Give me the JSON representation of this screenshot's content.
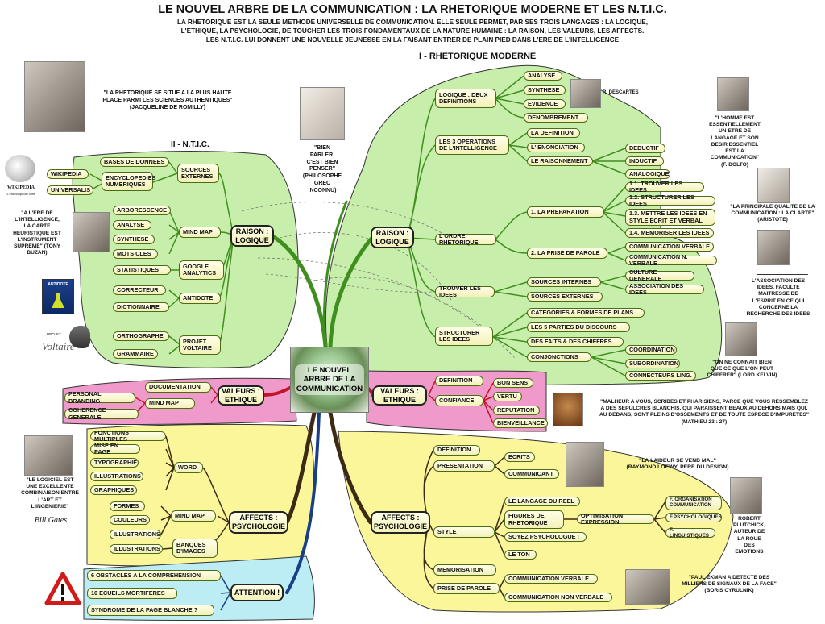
{
  "header": {
    "title": "LE NOUVEL ARBRE DE LA COMMUNICATION : LA RHETORIQUE MODERNE ET LES N.T.I.C.",
    "lines": [
      "LA RHETORIQUE EST LA SEULE METHODE UNIVERSELLE DE COMMUNICATION. ELLE SEULE PERMET, PAR SES TROIS LANGAGES : LA LOGIQUE,",
      "L'ETHIQUE, LA PSYCHOLOGIE, DE TOUCHER LES TROIS FONDAMENTAUX DE LA NATURE HUMAINE : LA RAISON, LES VALEURS, LES AFFECTS.",
      "LES N.T.I.C. LUI DONNENT UNE NOUVELLE JEUNESSE EN LA FAISANT ENTRER DE PLAIN PIED DANS L'ERE DE L'INTELLIGENCE"
    ]
  },
  "sections": {
    "rhetorique": "I - RHETORIQUE MODERNE",
    "ntic": "II - N.T.I.C."
  },
  "center": "LE NOUVEL\nARBRE DE LA\nCOMMUNICATION",
  "hubs": {
    "raison_left": "RAISON :\nLOGIQUE",
    "raison_right": "RAISON :\nLOGIQUE",
    "valeurs_left": "VALEURS :\nETHIQUE",
    "valeurs_right": "VALEURS :\nETHIQUE",
    "affects_left": "AFFECTS :\nPSYCHOLOGIE",
    "affects_right": "AFFECTS :\nPSYCHOLOGIE",
    "attention": "ATTENTION !"
  },
  "nodes": {
    "logique_deux": "LOGIQUE : DEUX\nDEFINITIONS",
    "analyse": "ANALYSE",
    "synthese": "SYNTHESE",
    "evidence": "EVIDENCE",
    "denombrement": "DENOMBREMENT",
    "trois_ops": "LES 3 OPERATIONS\nDE L'INTELLIGENCE",
    "definition": "LA DEFINITION",
    "enonciation": "L' ENONCIATION",
    "raisonnement": "LE RAISONNEMENT",
    "deductif": "DEDUCTIF",
    "inductif": "INDUCTIF",
    "analogique": "ANALOGIQUE",
    "ordre": "L'ORDRE RHETORIQUE",
    "preparation": "1. LA PREPARATION",
    "prise": "2. LA PRISE DE PAROLE",
    "p11": "1.1. TROUVER LES IDEES",
    "p12": "1.2. STRUCTURER LES IDEES",
    "p13": "1.3. METTRE LES IDEES EN\nSTYLE ECRIT ET VERBAL",
    "p14": "1.4. MEMORISER LES IDEES",
    "com_verbale": "COMMUNICATION VERBALE",
    "com_nverbale": "COMMUNICATION N. VERBALE",
    "trouver": "TROUVER LES IDEES",
    "src_int": "SOURCES INTERNES",
    "src_ext": "SOURCES EXTERNES",
    "culture": "CULTURE GENERALE",
    "association": "ASSOCIATION DES IDEES",
    "structurer": "STRUCTURER\nLES IDEES",
    "categories": "CATEGORIES & FORMES DE PLANS",
    "parties": "LES 5 PARTIES DU DISCOURS",
    "faits": "DES FAITS & DES CHIFFRES",
    "conjonctions": "CONJONCTIONS",
    "coordination": "COORDINATION",
    "subordination": "SUBORDINATION",
    "connecteurs": "CONNECTEURS LING.",
    "bases": "BASES DE DONNEES",
    "wikipedia": "WIKIPEDIA",
    "encyclo": "ENCYCLOPEDIES\nNUMERIQUES",
    "universalis": "UNIVERSALIS",
    "sources_ext_l": "SOURCES\nEXTERNES",
    "arbo": "ARBORESCENCE",
    "analyse_l": "ANALYSE",
    "synthese_l": "SYNTHESE",
    "motscles": "MOTS CLES",
    "mindmap_l": "MIND MAP",
    "stats": "STATISTIQUES",
    "google": "GOOGLE\nANALYTICS",
    "correcteur": "CORRECTEUR",
    "dictionnaire": "DICTIONNAIRE",
    "antidote": "ANTIDOTE",
    "ortho": "ORTHOGRAPHE",
    "grammaire": "GRAMMAIRE",
    "projet_voltaire": "PROJET\nVOLTAIRE",
    "documentation": "DOCUMENTATION",
    "personal": "PERSONAL BRANDING",
    "coherence": "COHERENCE GENERALE",
    "mindmap_v": "MIND MAP",
    "def_v": "DEFINITION",
    "confiance": "CONFIANCE",
    "bonsens": "BON SENS",
    "vertu": "VERTU",
    "reputation": "REPUTATION",
    "bienveillance": "BIENVEILLANCE",
    "fonctions": "FONCTIONS MULTIPLES",
    "miseenpage": "MISE EN PAGE",
    "typo": "TYPOGRAPHIE",
    "illus1": "ILLUSTRATIONS",
    "graphiques": "GRAPHIQUES",
    "word": "WORD",
    "formes": "FORMES",
    "couleurs": "COULEURS",
    "illus2": "ILLUSTRATIONS",
    "mindmap_a": "MIND MAP",
    "illus3": "ILLUSTRATIONS",
    "banques": "BANQUES\nD'IMAGES",
    "def_a": "DEFINITION",
    "presentation": "PRESENTATION",
    "ecrits": "ECRITS",
    "communicant": "COMMUNICANT",
    "style": "STYLE",
    "langage": "LE LANGAGE DU REEL",
    "figures": "FIGURES DE\nRHETORIQUE",
    "optim": "OPTIMISATION EXPRESSION",
    "forg": "F. ORGANISATION\nCOMMUNICATION",
    "fpsy": "F.PSYCHOLOGIQUES",
    "fling": "F. LINGUISTIQUES",
    "soyez": "SOYEZ PSYCHOLOGUE !",
    "leton": "LE TON",
    "memorisation": "MEMORISATION",
    "prise_a": "PRISE DE PAROLE",
    "cv_a": "COMMUNICATION VERBALE",
    "cnv_a": "COMMUNICATION NON VERBALE",
    "obstacles": "6 OBSTACLES A LA COMPREHENSION",
    "ecueils": "10 ECUEILS MORTIFERES",
    "syndrome": "SYNDROME DE LA PAGE BLANCHE ?"
  },
  "quotes": {
    "romilly": "\"LA RHETORIQUE SE SITUE A LA PLUS HAUTE\nPLACE PARMI LES SCIENCES AUTHENTIQUES\"\n(JACQUELINE DE ROMILLY)",
    "bien_parler": "\"BIEN\nPARLER,\nC'EST BIEN\nPENSER\"\n(PHILOSOPHE\nGREC\nINCONNU)",
    "descartes": "R. DESCARTES",
    "dolto": "\"L'HOMME EST\nESSENTIELLEMENT\nUN ETRE DE\nLANGAGE ET SON\nDESIR ESSENTIEL\nEST LA\nCOMMUNICATION\"\n(F. DOLTO)",
    "aristote": "\"LA PRINCIPALE QUALITE DE LA\nCOMMUNICATION : LA CLARTE\"\n(ARISTOTE)",
    "freud": "L'ASSOCIATION DES\nIDEES, FACULTE\nMAITRESSE DE\nL'ESPRIT EN CE QUI\nCONCERNE LA\nRECHERCHE DES IDEES",
    "kelvin": "\"ON NE CONNAIT BIEN\nQUE CE QUE L'ON PEUT\nCHIFFRER\" (LORD KELVIN)",
    "buzan": "\"A L'ERE DE\nL'INTELLIGENCE,\nLA CARTE\nHEURISTIQUE EST\nL'INSTRUMENT\nSUPREME\" (TONY\nBUZAN)",
    "matthieu": "\"MALHEUR A VOUS, SCRIBES ET PHARISIENS, PARCE QUE VOUS RESSEMBLEZ\nA DES SEPULCRES BLANCHIS, QUI PARAISSENT BEAUX AU DEHORS MAIS QUI,\nAU DEDANS, SONT PLEINS D'OSSEMENTS ET DE TOUTE ESPECE D'IMPURETES\"\n(MATHIEU 23 : 27)",
    "loewy": "\"LA LAIDEUR SE VEND MAL\"\n(RAYMOND LOEWY, PERE DU DESIGN)",
    "gates": "\"LE LOGICIEL EST\nUNE EXCELLENTE\nCOMBINAISON ENTRE\nL'ART ET\nL'INGENIERIE\"",
    "gates_sig": "Bill Gates",
    "plutchik": "ROBERT\nPLUTCHICK,\nAUTEUR DE\nLA ROUE\nDES\nEMOTIONS",
    "ekman": "\"PAUL EKMAN A DETECTE DES\nMILLIERS DE SIGNAUX DE LA FACE\"\n(BORIS CYRULNIK)"
  },
  "logos": {
    "wikipedia": "WIKIPEDIA",
    "wikipedia_sub": "L'encyclopédie libre",
    "antidote": "ANTIDOTE",
    "voltaire_top": "PROJET",
    "voltaire": "Voltaire"
  },
  "colors": {
    "green": "#c7eeaa",
    "pink": "#ef9acb",
    "yellow": "#fbf699",
    "cyan": "#bcedf4",
    "branch_green": "#3f8f1e",
    "branch_red": "#c2142a",
    "branch_brown": "#3c2a15",
    "branch_blue": "#193f86",
    "node_border": "#4c6b12"
  }
}
